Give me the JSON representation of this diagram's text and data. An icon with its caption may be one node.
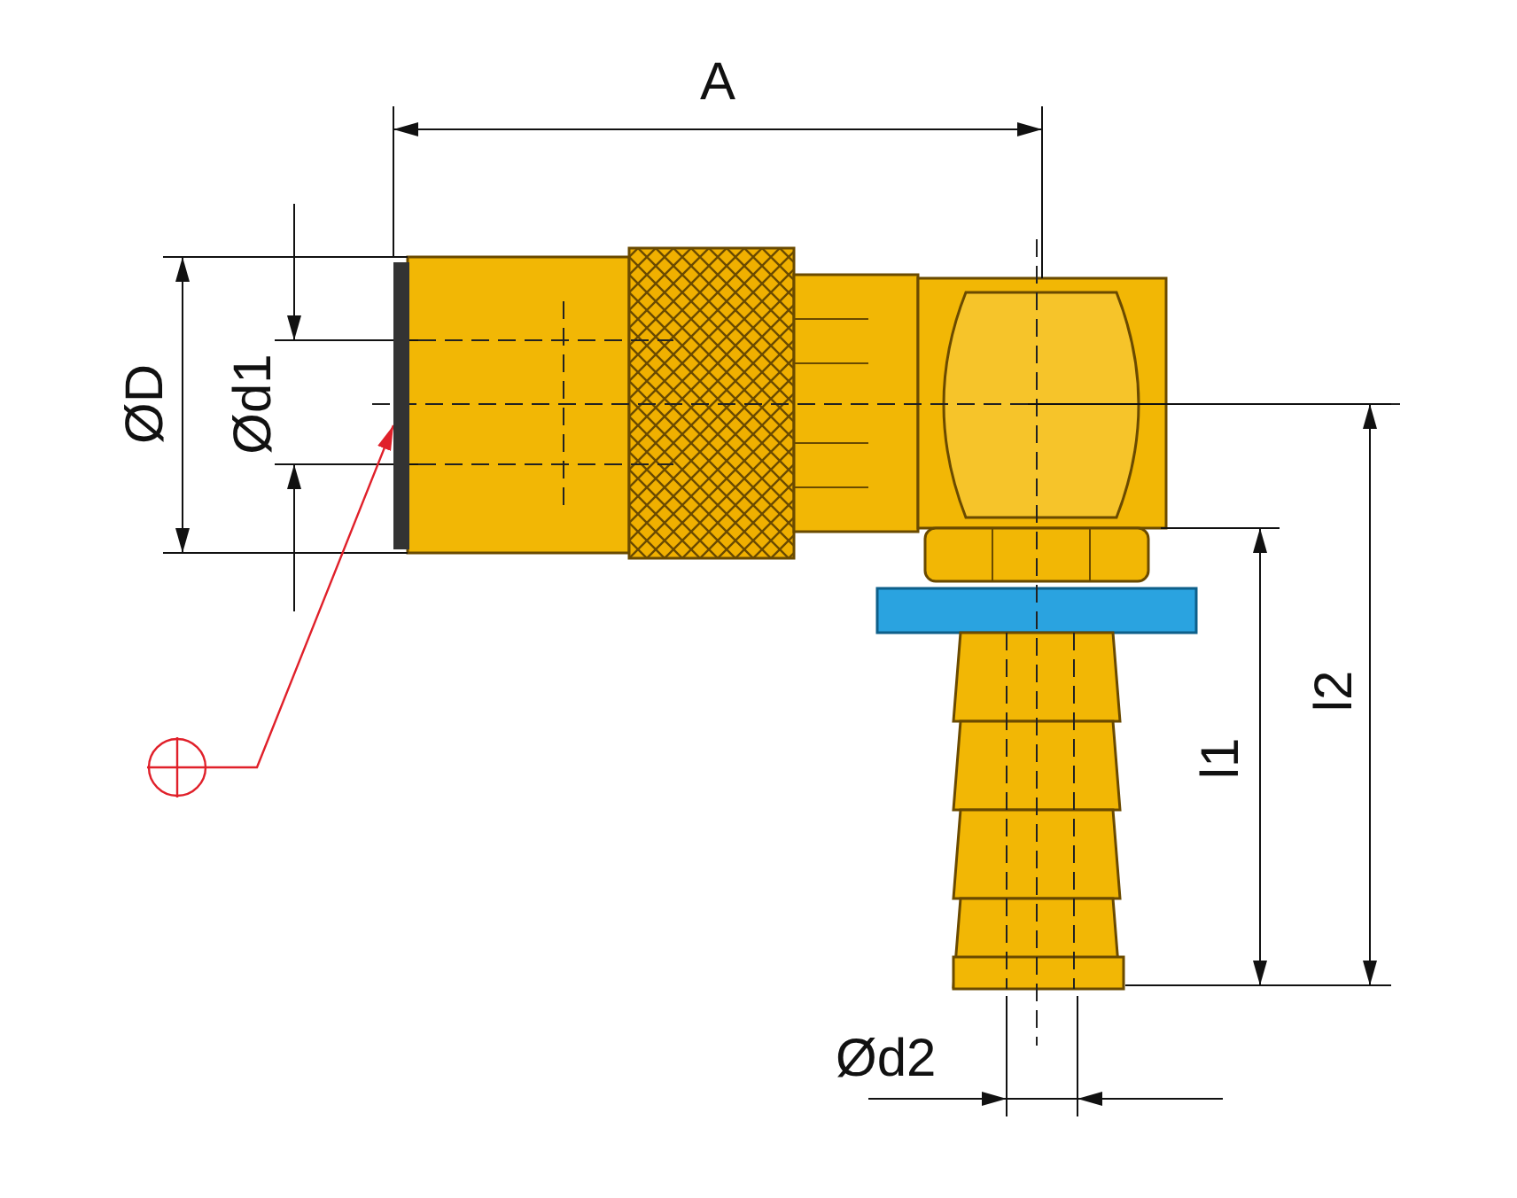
{
  "diagram": {
    "nodes": [
      {
        "text": [],
        "shape": "circle"
      },
      {
        "text": [],
        "shape": "bar"
      }
    ],
    "edges": [
      {
        "from": 0,
        "to": 1,
        "arrow": "to"
      }
    ],
    "labels": [
      "A",
      "ØD",
      "Ød1",
      "l2",
      "l1",
      "Ød2"
    ]
  }
}
